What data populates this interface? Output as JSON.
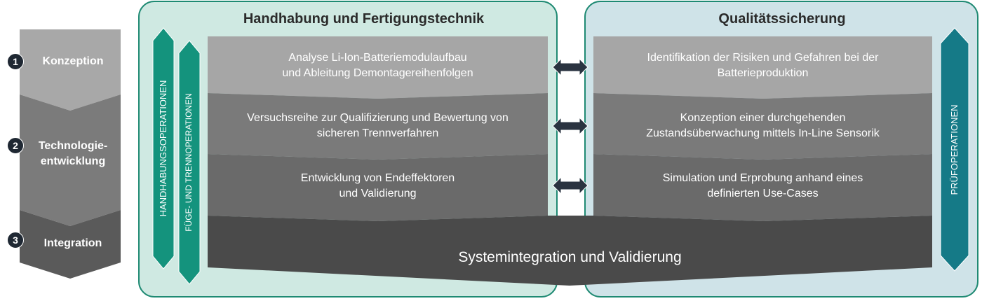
{
  "steps": [
    {
      "number": "1",
      "line1": "Konzeption",
      "line2": ""
    },
    {
      "number": "2",
      "line1": "Technologie-",
      "line2": "entwicklung"
    },
    {
      "number": "3",
      "line1": "Integration",
      "line2": ""
    }
  ],
  "left_panel": {
    "title": "Handhabung und Fertigungstechnik",
    "vertical_labels": [
      "HANDHABUNGSOPERATIONEN",
      "FÜGE- UND TRENNOPERATIONEN"
    ],
    "rows": [
      {
        "line1": "Analyse Li-Ion-Batteriemodulaufbau",
        "line2": "und Ableitung Demontagereihenfolgen"
      },
      {
        "line1": "Versuchsreihe zur Qualifizierung und Bewertung von",
        "line2": "sicheren Trennverfahren"
      },
      {
        "line1": "Entwicklung von Endeffektoren",
        "line2": "und Validierung"
      }
    ]
  },
  "right_panel": {
    "title": "Qualitätssicherung",
    "vertical_label": "PRÜFOPERATIONEN",
    "rows": [
      {
        "line1": "Identifikation der Risiken und Gefahren bei der",
        "line2": "Batterieproduktion"
      },
      {
        "line1": "Konzeption einer durchgehenden",
        "line2": "Zustandsüberwachung mittels In-Line Sensorik"
      },
      {
        "line1": "Simulation und Erprobung anhand eines",
        "line2": "definierten Use-Cases"
      }
    ]
  },
  "bottom_bar": {
    "label": "Systemintegration und Validierung"
  },
  "colors": {
    "left_panel_bg": "#cfe9e2",
    "right_panel_bg": "#cfe3e8",
    "panel_border": "#1f8a73",
    "teal_arrow": "#14937d",
    "teal_arrow_dark": "#157a87",
    "row1": "#a6a6a6",
    "row2": "#7a7a7a",
    "row3": "#6a6a6a",
    "bottom": "#4a4a4a",
    "double_arrow": "#2a3340"
  }
}
